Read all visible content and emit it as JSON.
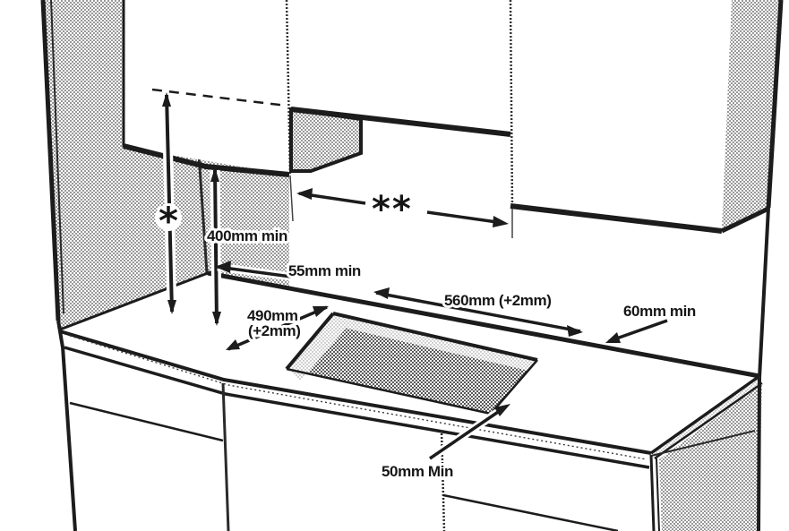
{
  "diagram": {
    "kind": "hob-installation-clearance-diagram",
    "labels": {
      "star": "*",
      "double_star": "**",
      "clearance_above_worktop": "400mm min",
      "rear_clearance": "55mm min",
      "cutout_width": "560mm (+2mm)",
      "cutout_depth_line1": "490mm",
      "cutout_depth_line2": "(+2mm)",
      "edge_clearance": "60mm min",
      "below_clearance": "50mm Min"
    },
    "colors": {
      "line": "#1c1c1c",
      "hatch": "#7a7a7a",
      "hatch_dark": "#565656",
      "background": "#ffffff"
    }
  }
}
